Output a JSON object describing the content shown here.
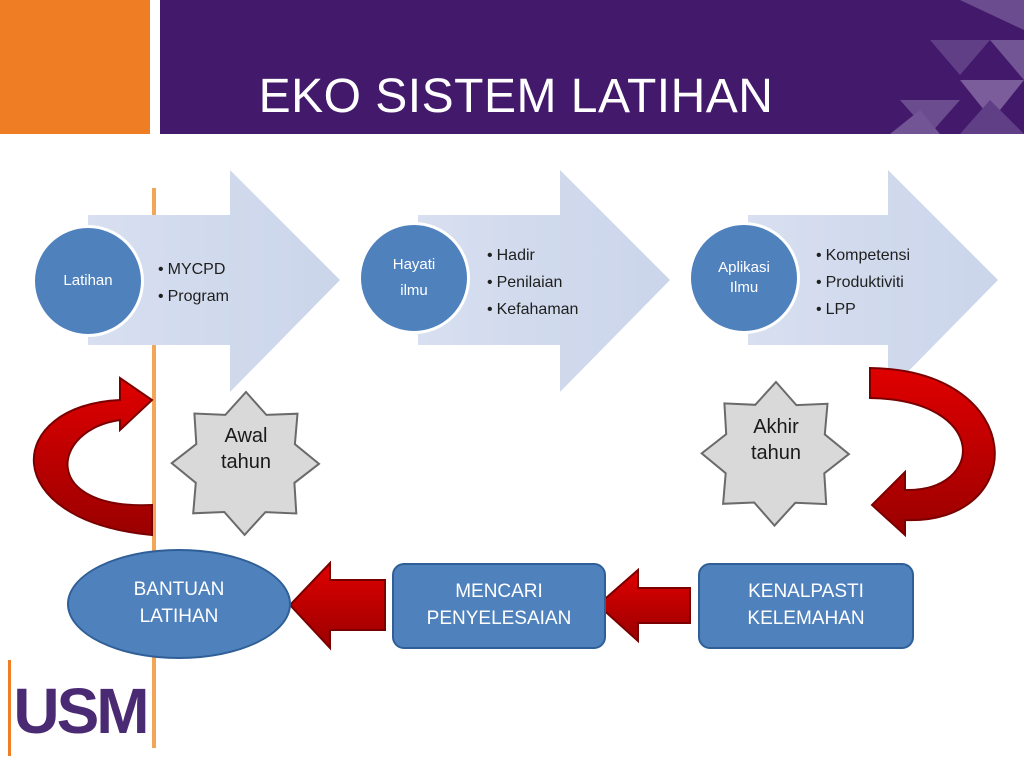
{
  "title": "EKO SISTEM LATIHAN",
  "stages": [
    {
      "circle_lines": [
        "Latihan"
      ],
      "bullets": [
        "MYCPD",
        "Program"
      ]
    },
    {
      "circle_lines": [
        "Hayati",
        "ilmu"
      ],
      "bullets": [
        "Hadir",
        "Penilaian",
        "Kefahaman"
      ]
    },
    {
      "circle_lines": [
        "Aplikasi",
        "Ilmu"
      ],
      "bullets": [
        "Kompetensi",
        "Produktiviti",
        "LPP"
      ]
    }
  ],
  "stars": [
    {
      "lines": [
        "Awal",
        "tahun"
      ]
    },
    {
      "lines": [
        "Akhir",
        "tahun"
      ]
    }
  ],
  "bottom_boxes": [
    {
      "lines": [
        "BANTUAN",
        "LATIHAN"
      ]
    },
    {
      "lines": [
        "MENCARI",
        "PENYELESAIAN"
      ]
    },
    {
      "lines": [
        "KENALPASTI",
        "KELEMAHAN"
      ]
    }
  ],
  "logo": {
    "text": "USM",
    "color": "#4b2a74"
  },
  "colors": {
    "header_purple": "#43196b",
    "header_orange": "#ee7d23",
    "arrow_light": "#d3dcec",
    "node_blue": "#4f81bd",
    "red_arrow": "#c00000",
    "star_fill": "#d9d9d9"
  }
}
